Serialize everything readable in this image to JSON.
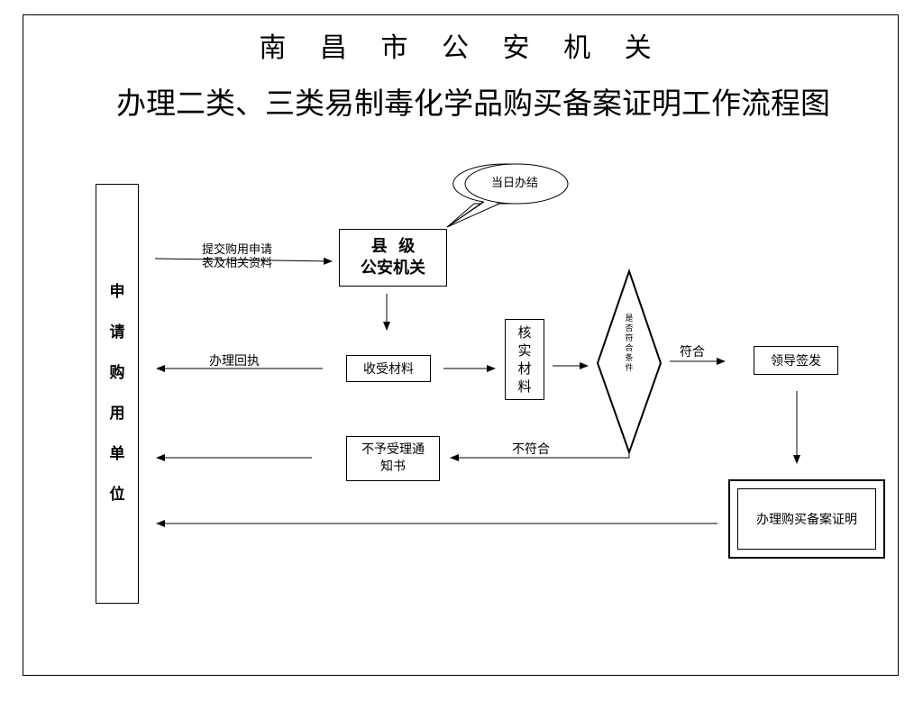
{
  "title": {
    "line1": "南 昌 市 公 安 机 关",
    "line2": "办理二类、三类易制毒化学品购买备案证明工作流程图"
  },
  "nodes": {
    "applicant": [
      "申",
      "请",
      "购",
      "用",
      "单",
      "位"
    ],
    "county_line1": "县  级",
    "county_line2": "公安机关",
    "callout": "当日办结",
    "receive": "收受材料",
    "verify": [
      "核",
      "实",
      "材",
      "料"
    ],
    "decision": [
      "是",
      "否",
      "符",
      "合",
      "条",
      "件"
    ],
    "notice_line1": "不予受理通",
    "notice_line2": "知书",
    "leader": "领导签发",
    "certificate": "办理购买备案证明"
  },
  "edges": {
    "submit_line1": "提交购用申请",
    "submit_line2": "表及相关资料",
    "receipt": "办理回执",
    "pass": "符合",
    "fail": "不符合"
  }
}
